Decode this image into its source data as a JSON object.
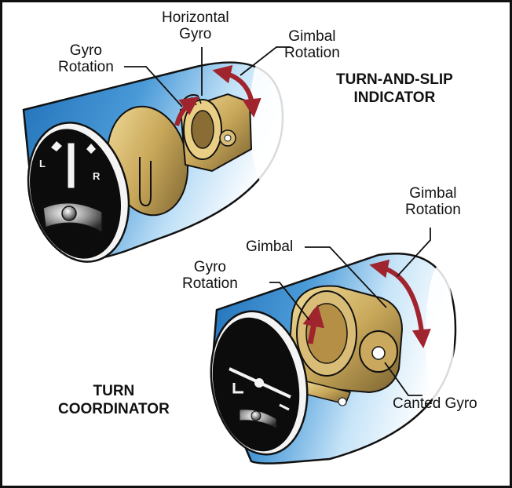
{
  "colors": {
    "border": "#111111",
    "housing_light": "#ffffff",
    "housing_blue": "#3b8fd4",
    "housing_deep": "#1f6fb8",
    "dial_face": "#0c0c0c",
    "brass": "#c9a85a",
    "brass_dark": "#7a6230",
    "rotation_arrow": "#a0242e"
  },
  "upper_instrument": {
    "title_line1": "TURN-AND-SLIP",
    "title_line2": "INDICATOR",
    "labels": {
      "horizontal_gyro": [
        "Horizontal",
        "Gyro"
      ],
      "gyro_rotation": [
        "Gyro",
        "Rotation"
      ],
      "gimbal_rotation": [
        "Gimbal",
        "Rotation"
      ]
    },
    "dial_marks": {
      "left": "L",
      "right": "R"
    }
  },
  "lower_instrument": {
    "title_line1": "TURN",
    "title_line2": "COORDINATOR",
    "labels": {
      "gimbal_rotation": [
        "Gimbal",
        "Rotation"
      ],
      "gimbal": "Gimbal",
      "gyro_rotation": [
        "Gyro",
        "Rotation"
      ],
      "canted_gyro": "Canted Gyro"
    }
  }
}
